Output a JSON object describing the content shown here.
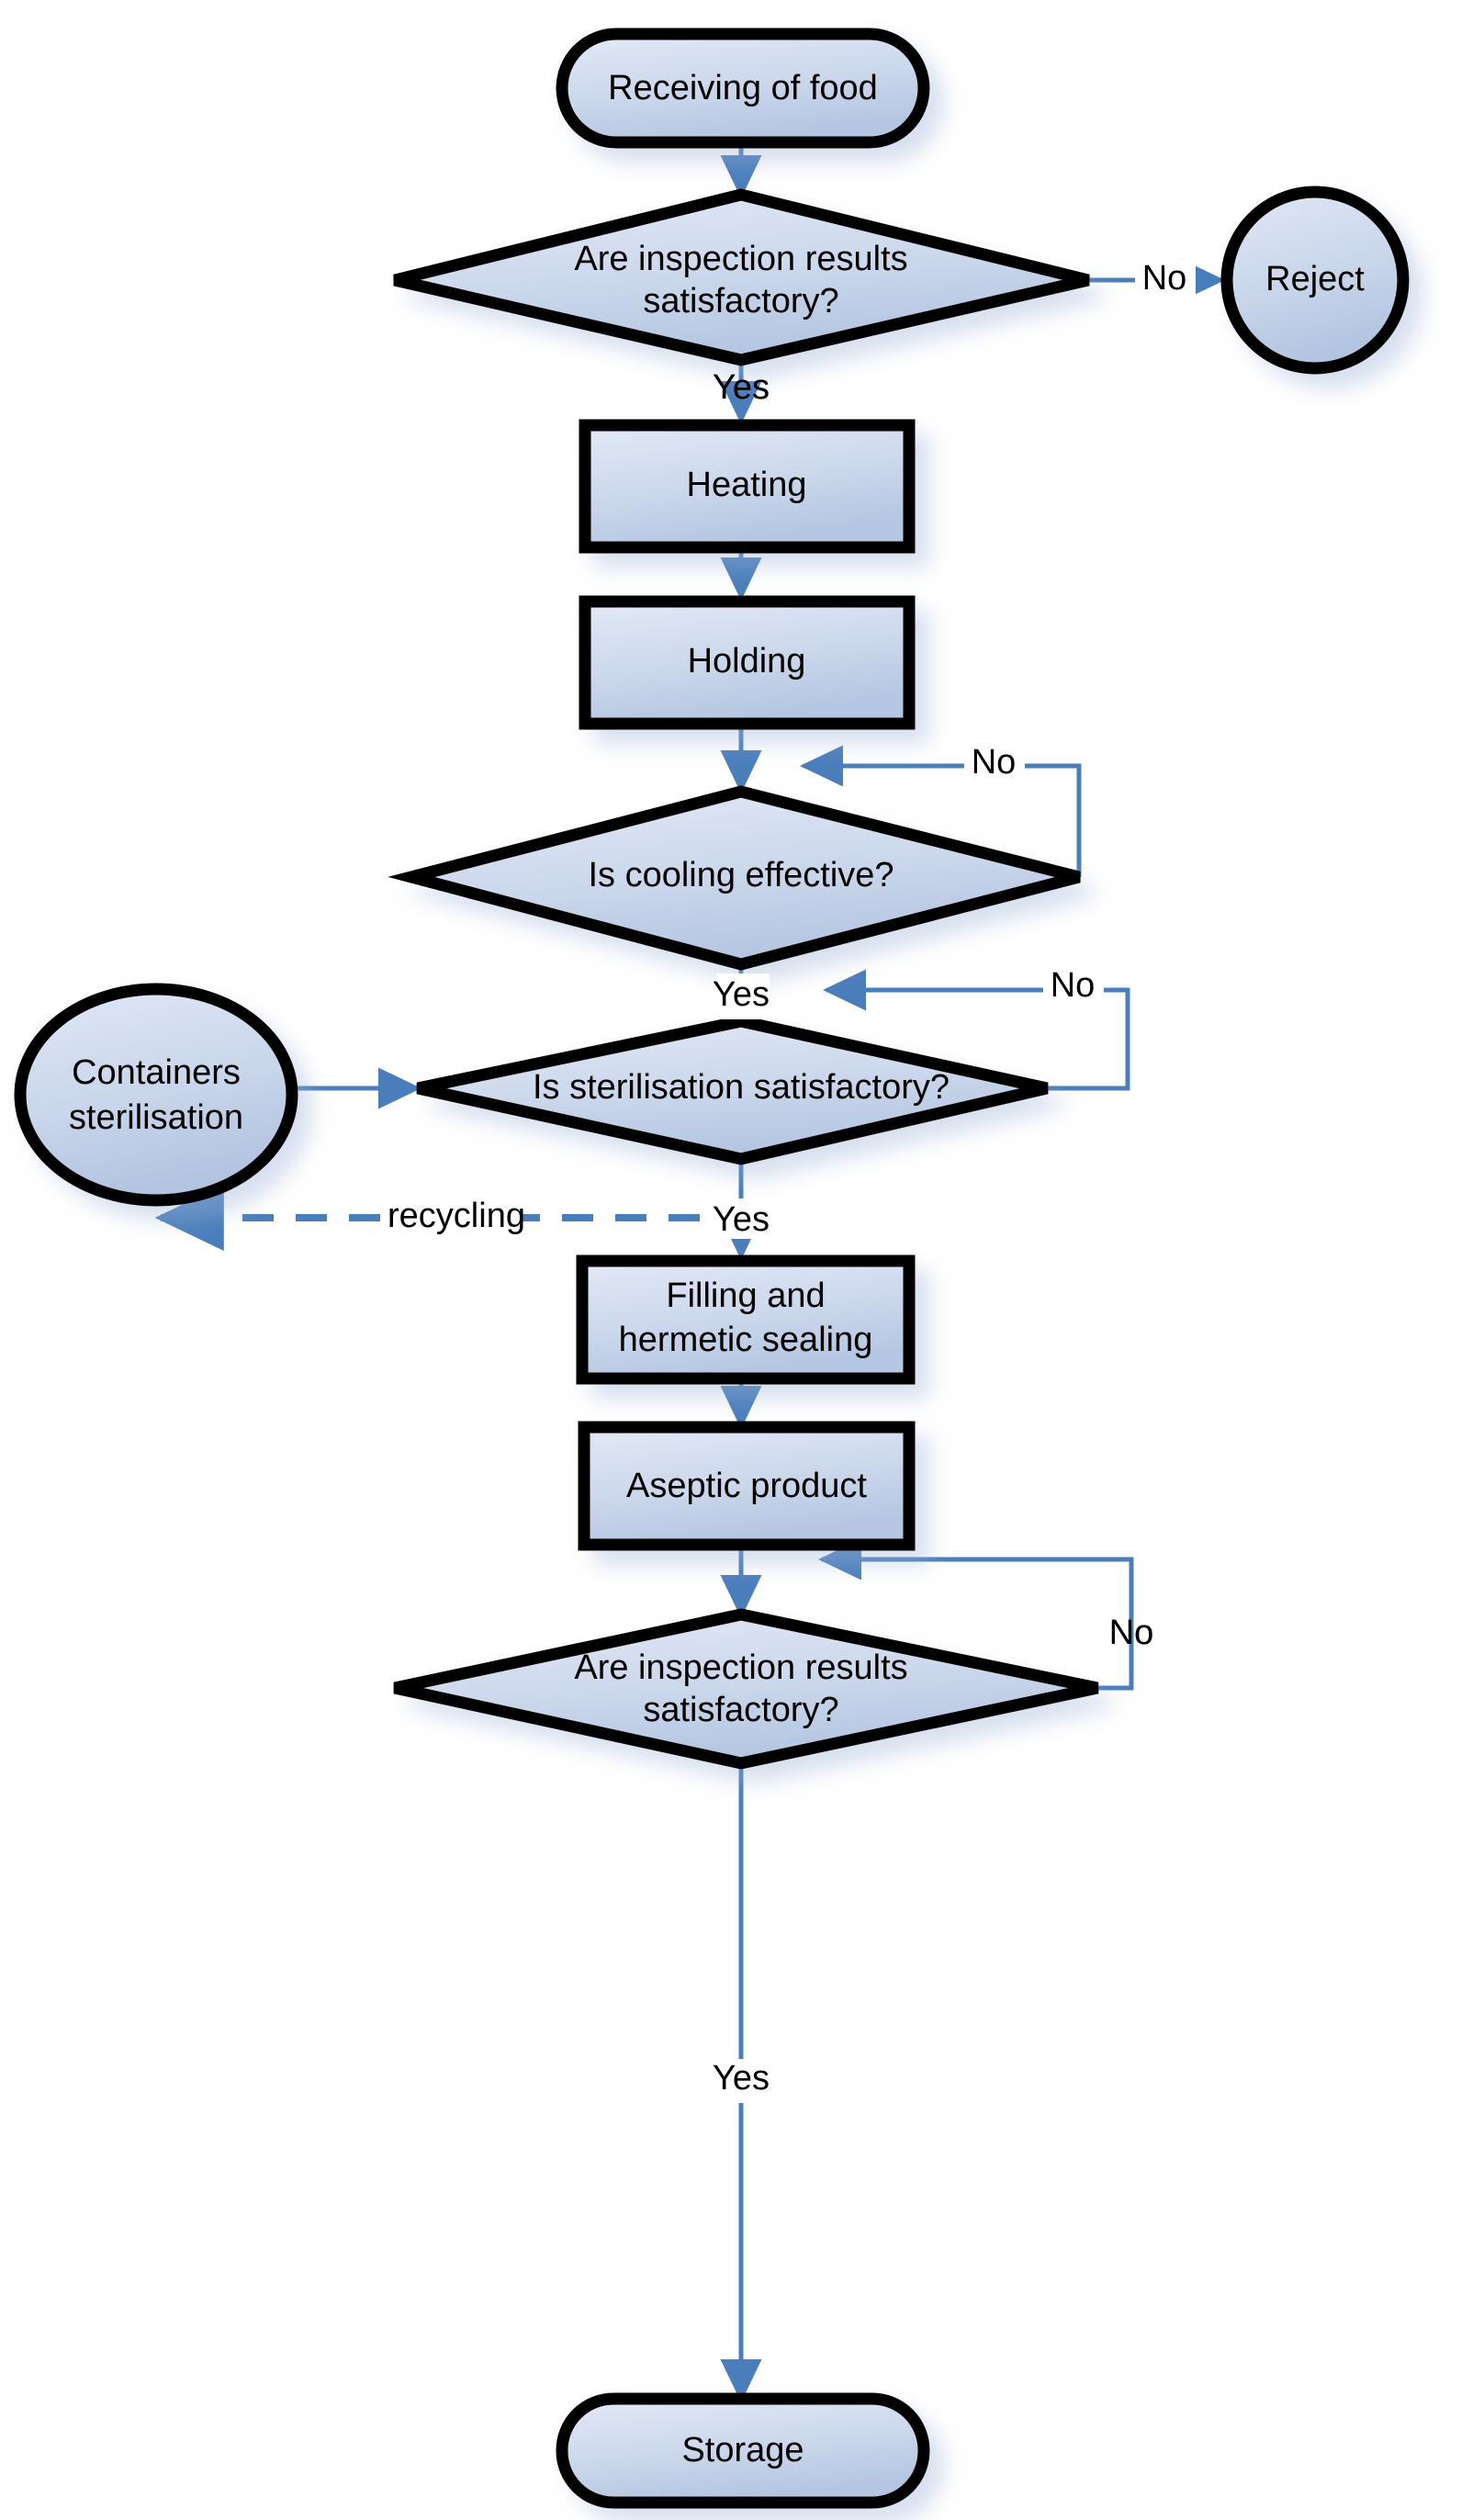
{
  "diagram": {
    "type": "flowchart",
    "title": "Aseptic food processing flowchart",
    "background_color": "#ffffff",
    "shape_fill_light": "#dfe6f4",
    "shape_fill_dark": "#b6c7e2",
    "shape_border_color": "#000000",
    "connector_color": "#4a7ebb",
    "text_color": "#000000"
  },
  "nodes": {
    "receiving": {
      "label": "Receiving of food",
      "shape": "terminator"
    },
    "inspect1": {
      "label_line1": "Are inspection results",
      "label_line2": "satisfactory?",
      "shape": "decision"
    },
    "reject": {
      "label": "Reject",
      "shape": "circle"
    },
    "heating": {
      "label": "Heating",
      "shape": "process"
    },
    "holding": {
      "label": "Holding",
      "shape": "process"
    },
    "cooling": {
      "label": "Is cooling effective?",
      "shape": "decision"
    },
    "sterilisation": {
      "label": "Is sterilisation satisfactory?",
      "shape": "decision"
    },
    "containers": {
      "label_line1": "Containers",
      "label_line2": "sterilisation",
      "shape": "circle"
    },
    "filling": {
      "label_line1": "Filling and",
      "label_line2": "hermetic sealing",
      "shape": "process"
    },
    "aseptic": {
      "label": "Aseptic product",
      "shape": "process"
    },
    "inspect2": {
      "label_line1": "Are inspection results",
      "label_line2": "satisfactory?",
      "shape": "decision"
    },
    "storage": {
      "label": "Storage",
      "shape": "terminator"
    }
  },
  "edge_labels": {
    "inspect1_no": "No",
    "inspect1_yes": "Yes",
    "cooling_no": "No",
    "cooling_yes": "Yes",
    "sterilisation_no": "No",
    "sterilisation_yes": "Yes",
    "recycling": "recycling",
    "inspect2_no": "No",
    "inspect2_yes": "Yes"
  }
}
